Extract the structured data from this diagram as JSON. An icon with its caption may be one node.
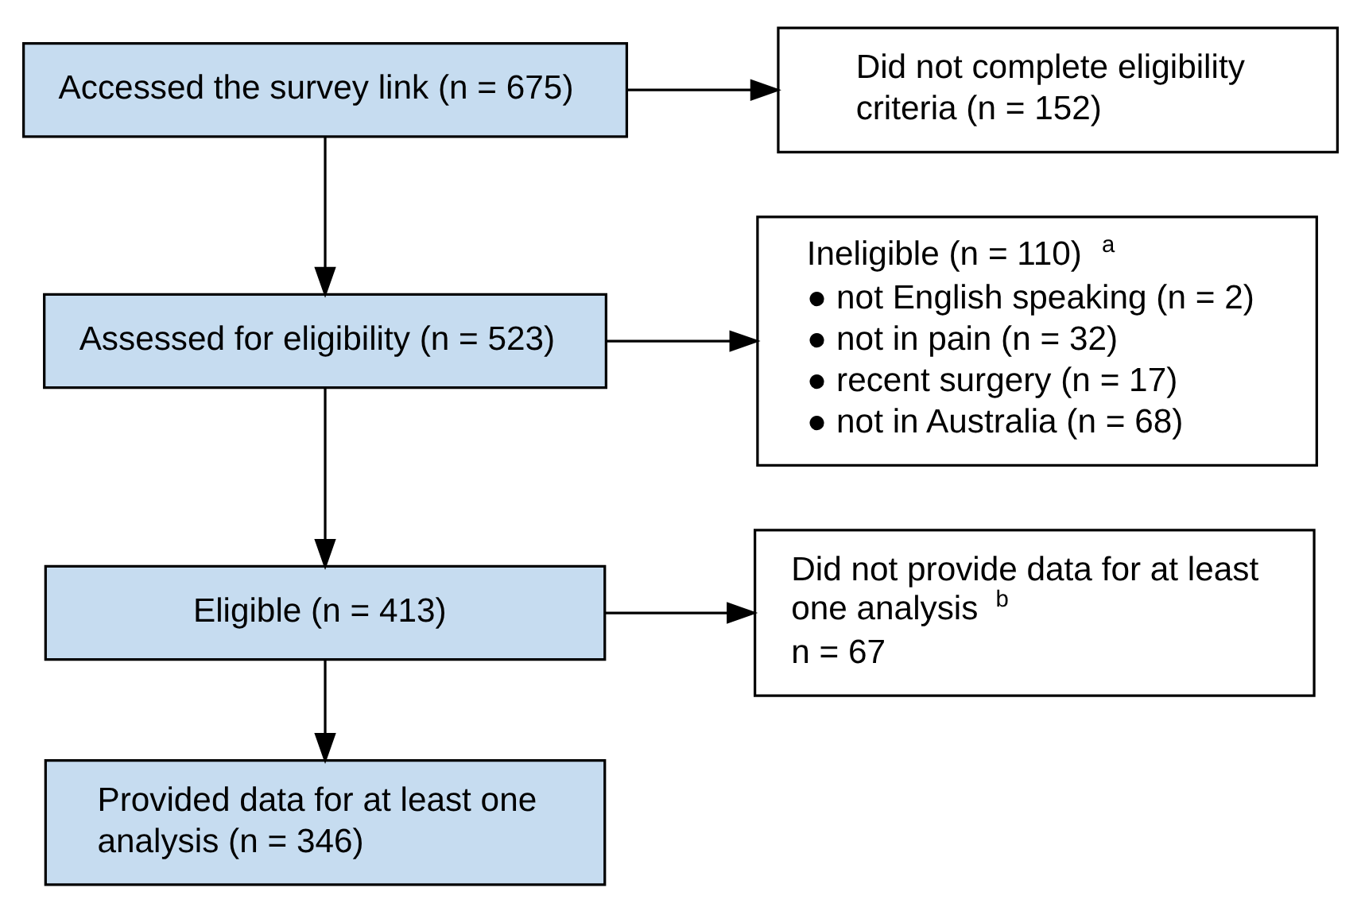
{
  "diagram": {
    "nodes": [
      {
        "text": [
          "Accessed the survey link (n = 675)"
        ]
      },
      {
        "text": [
          "Did not complete eligibility criteria (n = 152)"
        ]
      },
      {
        "text": [
          "Assessed for eligibility (n = 523)"
        ]
      },
      {
        "text": [
          "Ineligible (n = 110) $^{a}$",
          "● not English speaking (n = 2)",
          "● not in pain (n = 32)",
          "● recent surgery (n = 17)",
          "● not in Australia (n = 68)"
        ]
      },
      {
        "text": [
          "Eligible (n = 413)"
        ]
      },
      {
        "text": [
          "Did not provide data for at least one analysis $^{b}$",
          "n = 67"
        ]
      },
      {
        "text": [
          "Provided data for at least one analysis (n = 346)"
        ]
      }
    ],
    "edges": [
      {
        "from": 0,
        "to": 2,
        "arrow": "to"
      },
      {
        "from": 0,
        "to": 1,
        "arrow": "to"
      },
      {
        "from": 2,
        "to": 4,
        "arrow": "to"
      },
      {
        "from": 2,
        "to": 3,
        "arrow": "to"
      },
      {
        "from": 4,
        "to": 6,
        "arrow": "to"
      },
      {
        "from": 4,
        "to": 5,
        "arrow": "to"
      }
    ]
  }
}
